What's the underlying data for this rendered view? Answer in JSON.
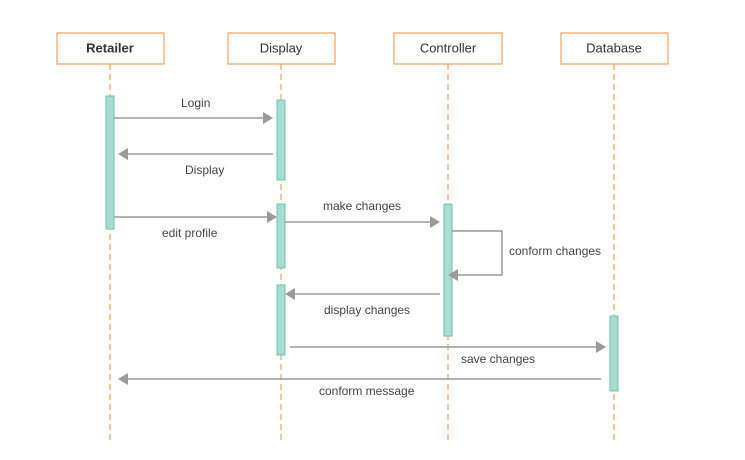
{
  "actors": [
    {
      "id": "retailer",
      "label": "Retailer"
    },
    {
      "id": "display",
      "label": "Display"
    },
    {
      "id": "controller",
      "label": "Controller"
    },
    {
      "id": "database",
      "label": "Database"
    }
  ],
  "messages": [
    {
      "id": "login",
      "from": "retailer",
      "to": "display",
      "label": "Login"
    },
    {
      "id": "display",
      "from": "display",
      "to": "retailer",
      "label": "Display"
    },
    {
      "id": "edit-profile",
      "from": "retailer",
      "to": "display",
      "label": "edit profile"
    },
    {
      "id": "make-changes",
      "from": "display",
      "to": "controller",
      "label": "make changes"
    },
    {
      "id": "conform-changes",
      "from": "controller",
      "to": "controller",
      "label": "conform changes"
    },
    {
      "id": "display-changes",
      "from": "controller",
      "to": "display",
      "label": "display changes"
    },
    {
      "id": "save-changes",
      "from": "display",
      "to": "database",
      "label": "save changes"
    },
    {
      "id": "conform-message",
      "from": "database",
      "to": "retailer",
      "label": "conform message"
    }
  ],
  "colors": {
    "actor_border": "#f0a05a",
    "lifeline": "#f0a05a",
    "activation_fill": "#a6ddd0",
    "arrow": "#9a9a9a"
  }
}
